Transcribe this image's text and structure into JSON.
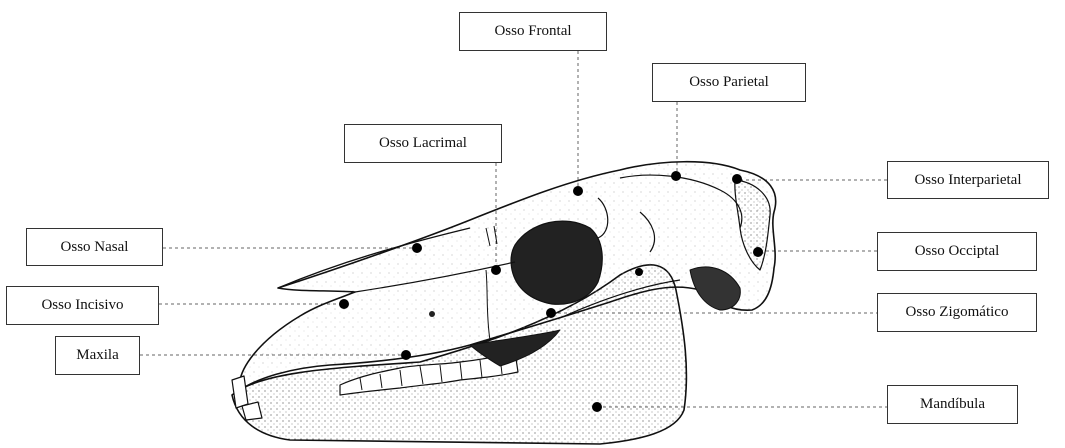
{
  "labels": {
    "frontal": "Osso Frontal",
    "parietal": "Osso Parietal",
    "lacrimal": "Osso Lacrimal",
    "interparietal": "Osso Interparietal",
    "nasal": "Osso Nasal",
    "occipital": "Osso Occiptal",
    "incisivo": "Osso Incisivo",
    "zigomatico": "Osso Zigomático",
    "maxila": "Maxila",
    "mandibula": "Mandíbula"
  }
}
